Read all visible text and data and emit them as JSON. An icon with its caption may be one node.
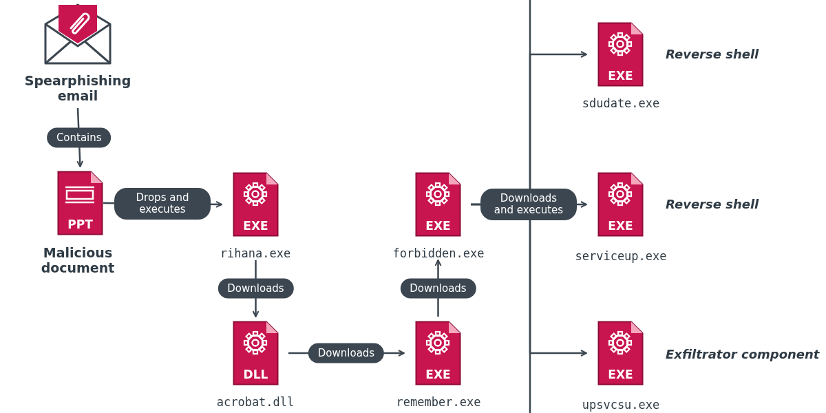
{
  "diagram": {
    "nodes": [
      {
        "text": [],
        "shape": "picture",
        "beside": [
          "Spearphishing email"
        ]
      },
      {
        "text": [
          "PPT"
        ],
        "beside": [
          "Malicious document"
        ]
      },
      {
        "text": [
          "EXE"
        ],
        "beside": [
          "rihana.exe"
        ]
      },
      {
        "text": [
          "DLL"
        ],
        "beside": [
          "acrobat.dll"
        ]
      },
      {
        "text": [
          "EXE"
        ],
        "beside": [
          "remember.exe"
        ]
      },
      {
        "text": [
          "EXE"
        ],
        "beside": [
          "forbidden.exe"
        ]
      },
      {
        "text": [
          "EXE"
        ],
        "beside": [
          "sdudate.exe",
          "Reverse shell"
        ]
      },
      {
        "text": [
          "EXE"
        ],
        "beside": [
          "serviceup.exe",
          "Reverse shell"
        ]
      },
      {
        "text": [
          "EXE"
        ],
        "beside": [
          "upsvcsu.exe",
          "Exfiltrator component"
        ]
      }
    ],
    "edges": [
      {
        "from": 0,
        "to": 1,
        "arrow": "to",
        "label": "Contains"
      },
      {
        "from": 1,
        "to": 2,
        "arrow": "to",
        "label": "Drops and executes"
      },
      {
        "from": 2,
        "to": 3,
        "arrow": "to",
        "label": "Downloads"
      },
      {
        "from": 3,
        "to": 4,
        "arrow": "to",
        "label": "Downloads"
      },
      {
        "from": 4,
        "to": 5,
        "arrow": "to",
        "label": "Downloads"
      },
      {
        "from": 5,
        "to": 6,
        "arrow": "to"
      },
      {
        "from": 5,
        "to": 7,
        "arrow": "to",
        "label": "Downloads and executes"
      },
      {
        "from": 5,
        "to": 8,
        "arrow": "to"
      }
    ]
  }
}
